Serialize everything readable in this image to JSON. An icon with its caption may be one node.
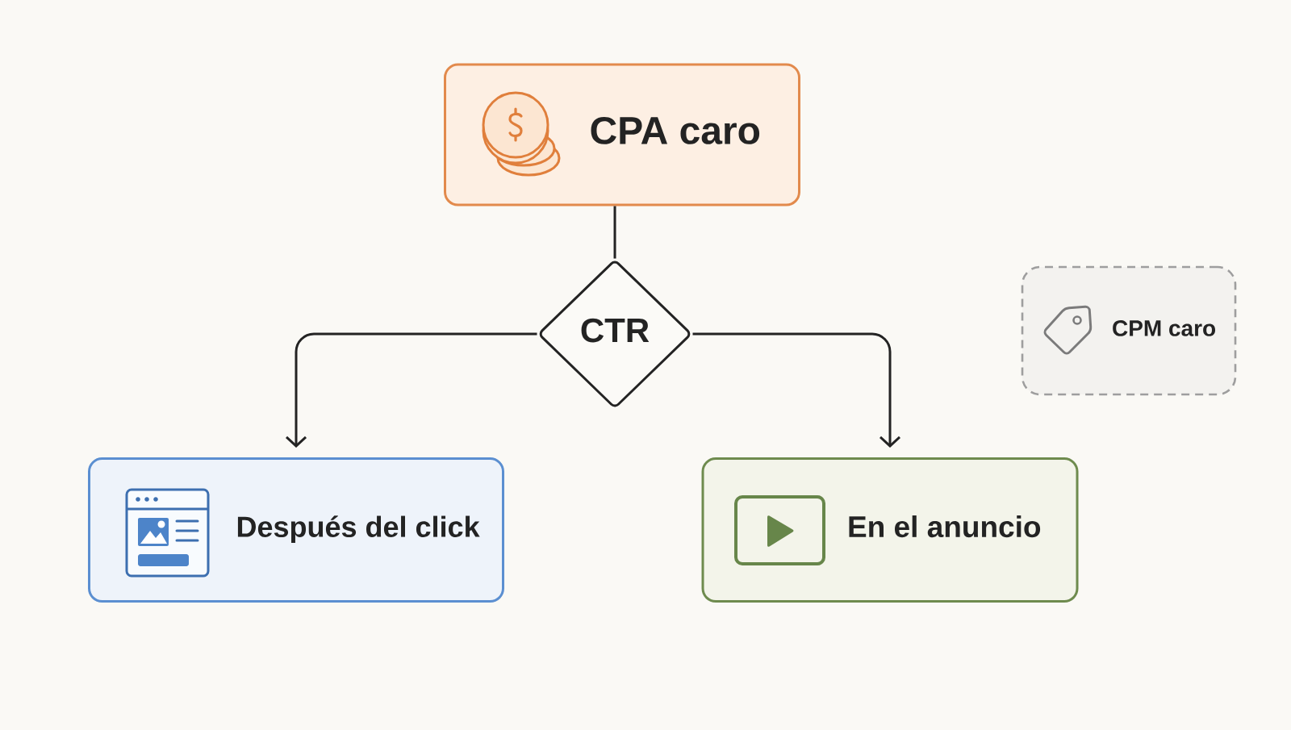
{
  "diagram": {
    "nodes": [
      {
        "text": [
          "CPA caro"
        ]
      },
      {
        "text": [
          "CTR"
        ]
      },
      {
        "text": [
          "Después del click"
        ]
      },
      {
        "text": [
          "En el anuncio"
        ]
      },
      {
        "text": [
          "CPM caro"
        ]
      }
    ],
    "edges": [
      {
        "from": 0,
        "to": 1,
        "arrow": "none"
      },
      {
        "from": 1,
        "to": 2,
        "arrow": "to"
      },
      {
        "from": 1,
        "to": 3,
        "arrow": "to"
      }
    ]
  }
}
